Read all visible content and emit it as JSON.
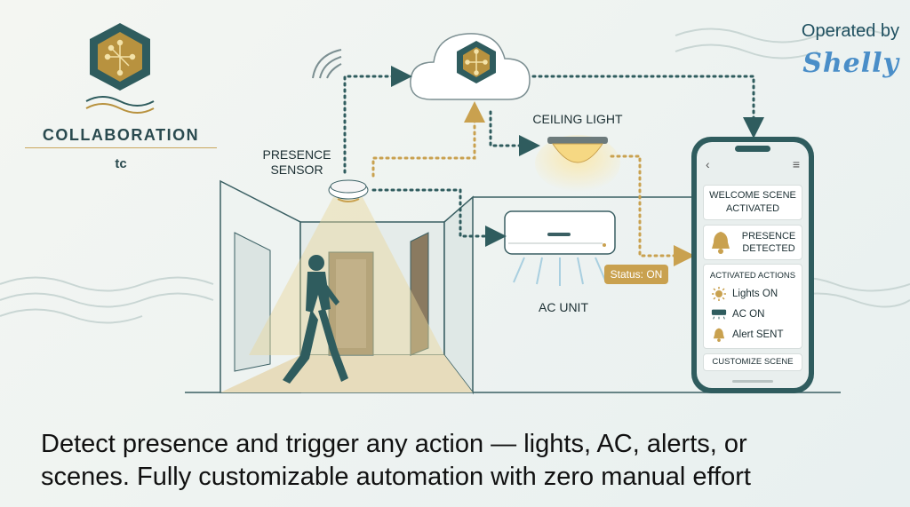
{
  "brand": {
    "name": "COLLABORATION",
    "sub": "tc",
    "operated_by": "Operated by",
    "partner": "Shelly"
  },
  "labels": {
    "presence_sensor": [
      "PRESENCE",
      "SENSOR"
    ],
    "ceiling_light": "CEILING LIGHT",
    "ac_unit": "AC UNIT",
    "status": "Status: ON"
  },
  "phone": {
    "welcome": [
      "WELCOME SCENE",
      "ACTIVATED"
    ],
    "detected": [
      "PRESENCE",
      "DETECTED"
    ],
    "actions_header": "ACTIVATED ACTIONS",
    "actions": [
      {
        "icon": "sun-icon",
        "label": "Lights ON"
      },
      {
        "icon": "ac-icon",
        "label": "AC ON"
      },
      {
        "icon": "bell-icon",
        "label": "Alert SENT"
      }
    ],
    "customize": "CUSTOMIZE SCENE"
  },
  "caption": {
    "line1": "Detect presence and trigger any action — lights, AC, alerts, or",
    "line2": "scenes. Fully customizable automation with zero manual effort"
  },
  "colors": {
    "teal": "#2f5c5e",
    "gold": "#c9a14f",
    "light_glow": "#f3d27a"
  }
}
